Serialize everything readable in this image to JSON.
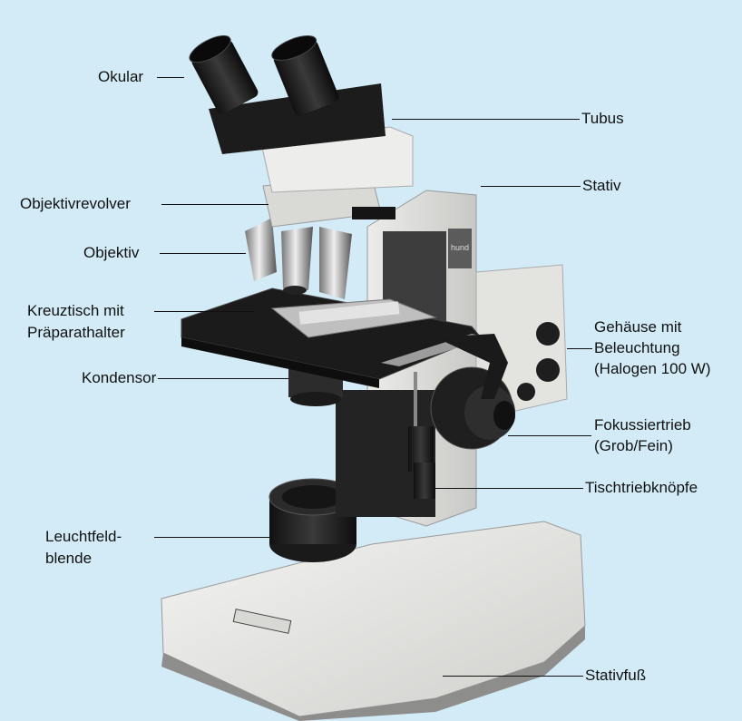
{
  "labels": {
    "okular": "Okular",
    "objektivrevolver": "Objektivrevolver",
    "objektiv": "Objektiv",
    "kreuztisch_line1": "Kreuztisch mit",
    "kreuztisch_line2": "Präparathalter",
    "kondensor": "Kondensor",
    "leuchtfeld_line1": "Leuchtfeld-",
    "leuchtfeld_line2": "blende",
    "tubus": "Tubus",
    "stativ": "Stativ",
    "gehaeuse_line1": "Gehäuse mit",
    "gehaeuse_line2": "Beleuchtung",
    "gehaeuse_line3": "(Halogen 100 W)",
    "fokus_line1": "Fokussiertrieb",
    "fokus_line2": "(Grob/Fein)",
    "tischtrieb": "Tischtriebknöpfe",
    "stativfuss": "Stativfuß",
    "brand_mark": "hund"
  },
  "colors": {
    "background": "#d2ebf7",
    "body_light": "#ebebe8",
    "body_dark": "#2a2a2a",
    "metal": "#c9c9c9"
  }
}
